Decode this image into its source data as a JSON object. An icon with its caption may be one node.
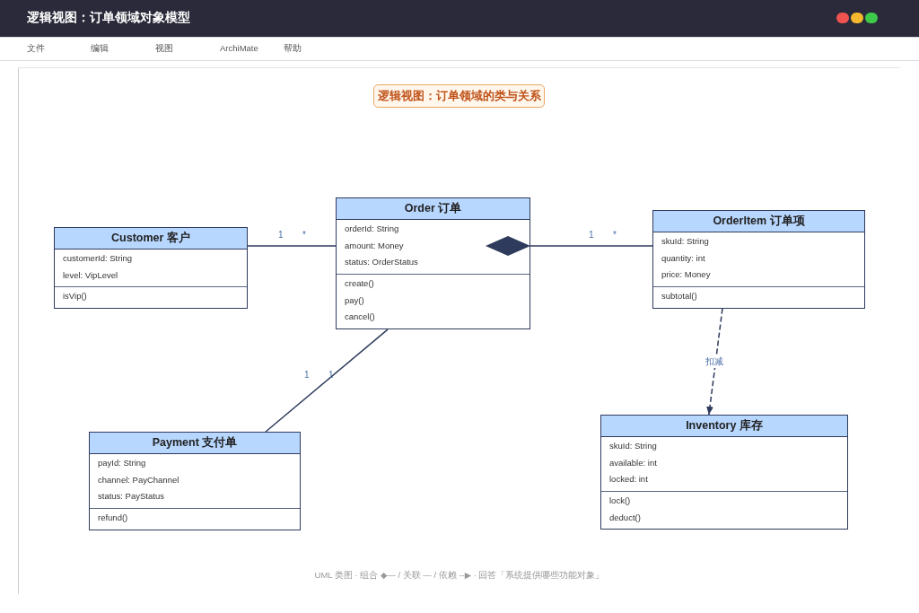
{
  "diagram": {
    "title": "逻辑视图：订单领域的类与关系",
    "caption": "UML 类图 · 组合 ◆— / 关联 — / 依赖 --▶ · 回答「系统提供哪些功能对象」",
    "nodes": [
      {
        "text": [
          "Customer 客户",
          "customerId: String",
          "level: VipLevel",
          "isVip()"
        ]
      },
      {
        "text": [
          "Order 订单",
          "orderId: String",
          "amount: Money",
          "status: OrderStatus",
          "create()",
          "pay()",
          "cancel()"
        ]
      },
      {
        "text": [
          "OrderItem 订单项",
          "skuId: String",
          "quantity: int",
          "price: Money",
          "subtotal()"
        ]
      },
      {
        "text": [
          "Payment 支付单",
          "payId: String",
          "channel: PayChannel",
          "status: PayStatus",
          "refund()"
        ]
      },
      {
        "text": [
          "Inventory 库存",
          "skuId: String",
          "available: int",
          "locked: int",
          "lock()",
          "deduct()"
        ]
      }
    ],
    "edges": [
      {
        "from": 0,
        "to": 1,
        "arrow": "none"
      },
      {
        "from": 1,
        "to": 2,
        "arrow": "other"
      },
      {
        "from": 1,
        "to": 3,
        "arrow": "none"
      },
      {
        "from": 2,
        "to": 4,
        "arrow": "to",
        "label": "扣减",
        "style": "dashed"
      }
    ],
    "labels": [
      "逻辑视图：订单领域对象模型",
      "文件",
      "编辑",
      "视图",
      "ArchiMate",
      "帮助",
      "1",
      "*",
      "1",
      "*",
      "1",
      "1"
    ]
  }
}
